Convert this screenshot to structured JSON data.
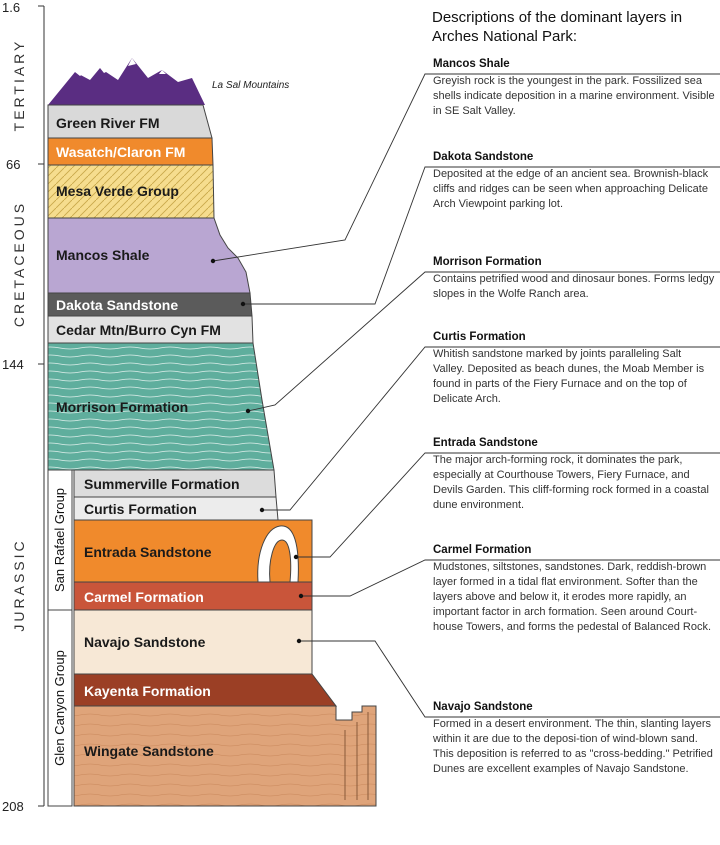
{
  "time_axis": {
    "labels": [
      "1.6",
      "66",
      "144",
      "208"
    ],
    "periods": [
      "TERTIARY",
      "CRETACEOUS",
      "JURASSIC"
    ]
  },
  "groups": [
    "San Rafael Group",
    "Glen Canyon Group"
  ],
  "mountain_label": "La Sal Mountains",
  "layers": [
    "Green River FM",
    "Wasatch/Claron FM",
    "Mesa Verde Group",
    "Mancos Shale",
    "Dakota Sandstone",
    "Cedar Mtn/Burro Cyn FM",
    "Morrison Formation",
    "Summerville Formation",
    "Curtis Formation",
    "Entrada Sandstone",
    "Carmel Formation",
    "Navajo Sandstone",
    "Kayenta Formation",
    "Wingate Sandstone"
  ],
  "colors": {
    "green_river": "#d9d9d9",
    "wasatch": "#f08a2c",
    "mesa_verde": "#f6dd8e",
    "mancos": "#b9a6d2",
    "dakota": "#5b5b5b",
    "cedar": "#e2e2e2",
    "morrison": "#5fae9d",
    "summerville": "#dcdcdc",
    "curtis": "#ececec",
    "entrada": "#f08a2c",
    "carmel": "#c9553a",
    "navajo": "#f7e8d6",
    "kayenta": "#9b3f25",
    "wingate": "#dfa47a",
    "mountains": "#5a2d82"
  },
  "descriptions_title": "Descriptions of the dominant layers in Arches National Park:",
  "descriptions": [
    {
      "heading": "Mancos Shale",
      "text": "Greyish rock is the youngest in the park. Fossilized sea shells indicate deposition in a marine environment. Visible in SE Salt Valley."
    },
    {
      "heading": "Dakota Sandstone",
      "text": "Deposited at the edge of an ancient sea. Brownish-black cliffs and ridges can be seen when approaching Delicate Arch Viewpoint parking lot."
    },
    {
      "heading": "Morrison Formation",
      "text": "Contains petrified wood and dinosaur bones. Forms ledgy slopes in the Wolfe Ranch area."
    },
    {
      "heading": "Curtis Formation",
      "text": "Whitish sandstone marked by joints paralleling Salt Valley. Deposited as beach dunes, the Moab Member is found in parts of the Fiery Furnace and on the top of Delicate Arch."
    },
    {
      "heading": "Entrada Sandstone",
      "text": "The major arch-forming rock, it dominates the park, especially at Courthouse Towers, Fiery Furnace, and Devils Garden. This cliff-forming rock formed in a coastal dune environment."
    },
    {
      "heading": "Carmel Formation",
      "text": "Mudstones, siltstones, sandstones.  Dark, reddish-brown layer formed in a tidal flat environment. Softer than the layers above and below it, it erodes more rapidly, an important factor in arch formation. Seen around Court-house Towers, and forms the pedestal of Balanced Rock."
    },
    {
      "heading": "Navajo Sandstone",
      "text": "Formed in a desert environment. The thin, slanting layers within it are due to the deposi-tion of wind-blown sand. This deposition is referred to as \"cross-bedding.\" Petrified Dunes are excellent examples of Navajo Sandstone."
    }
  ]
}
